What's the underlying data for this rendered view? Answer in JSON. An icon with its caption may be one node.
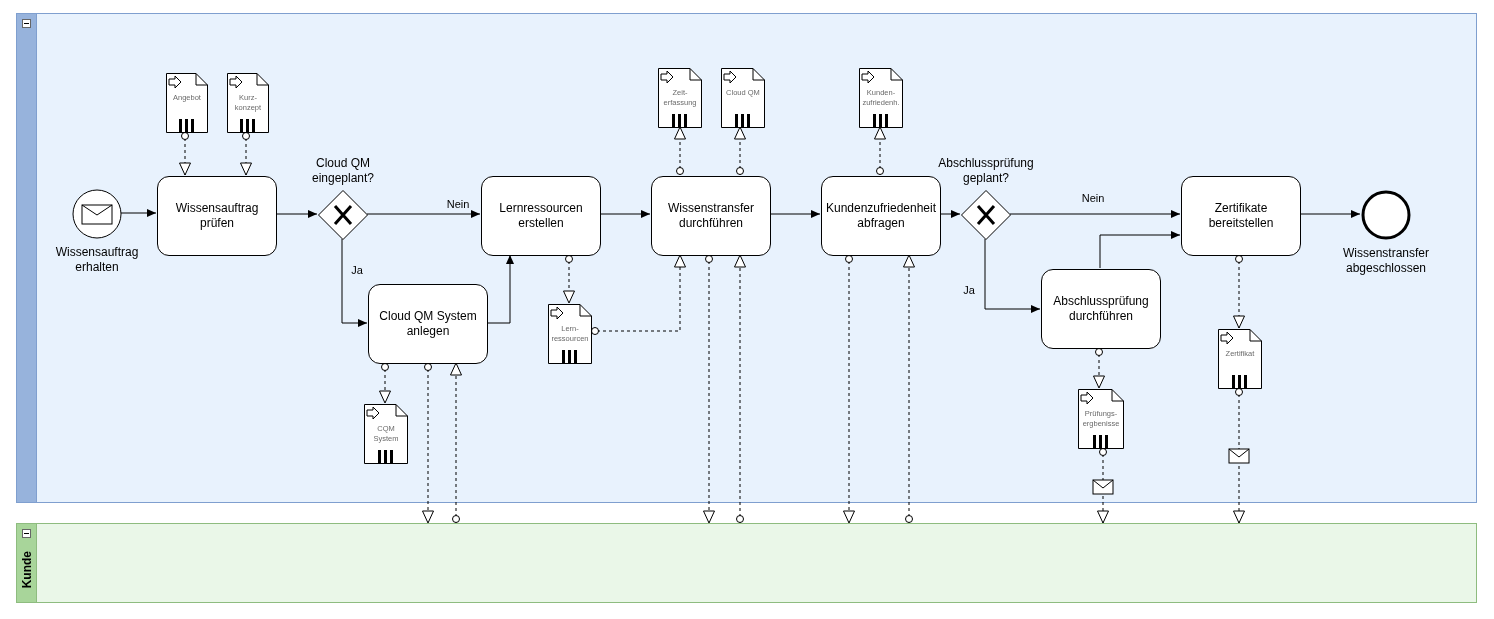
{
  "diagram": {
    "nodes": [
      {
        "text": [],
        "shape": "box"
      },
      {
        "text": [
          "Kunde"
        ]
      },
      {
        "text": [
          "Wissensauftrag erhalten"
        ],
        "in": 0
      },
      {
        "text": [
          "Angebot"
        ],
        "in": 0
      },
      {
        "text": [
          "Kurz- konzept"
        ],
        "in": 0
      },
      {
        "text": [
          "Wissensauftrag prüfen"
        ],
        "in": 0
      },
      {
        "text": [
          "Cloud QM eingeplant?"
        ],
        "in": 0
      },
      {
        "text": [
          "Lernressourcen erstellen"
        ],
        "in": 0
      },
      {
        "text": [
          "Cloud QM System anlegen"
        ],
        "in": 0
      },
      {
        "text": [
          "CQM System"
        ],
        "in": 0
      },
      {
        "text": [
          "Lern- ressourcen"
        ],
        "in": 0
      },
      {
        "text": [
          "Zeit- erfassung"
        ],
        "in": 0
      },
      {
        "text": [
          "Cloud QM"
        ],
        "in": 0
      },
      {
        "text": [
          "Wissenstransfer durchführen"
        ],
        "in": 0
      },
      {
        "text": [
          "Kunden- zufriedenh."
        ],
        "in": 0
      },
      {
        "text": [
          "Kundenzufriedenheit abfragen"
        ],
        "in": 0
      },
      {
        "text": [
          "Abschlussprüfung geplant?"
        ],
        "in": 0
      },
      {
        "text": [
          "Abschlussprüfung durchführen"
        ],
        "in": 0
      },
      {
        "text": [
          "Zertifikate bereitstellen"
        ],
        "in": 0
      },
      {
        "text": [
          "Wissenstransfer abgeschlossen"
        ],
        "in": 0
      },
      {
        "text": [
          "Prüfungs- ergbenisse"
        ],
        "in": 0
      },
      {
        "text": [
          "Zertifikat"
        ],
        "in": 0
      }
    ],
    "edges": [
      {
        "from": 2,
        "to": 5,
        "arrow": "to"
      },
      {
        "from": 5,
        "to": 6,
        "arrow": "to"
      },
      {
        "from": 6,
        "to": 7,
        "arrow": "to",
        "label": "Nein"
      },
      {
        "from": 6,
        "to": 8,
        "arrow": "to",
        "label": "Ja"
      },
      {
        "from": 8,
        "to": 7,
        "arrow": "to"
      },
      {
        "from": 7,
        "to": 13,
        "arrow": "to"
      },
      {
        "from": 13,
        "to": 15,
        "arrow": "to"
      },
      {
        "from": 15,
        "to": 16,
        "arrow": "to"
      },
      {
        "from": 16,
        "to": 18,
        "arrow": "to",
        "label": "Nein"
      },
      {
        "from": 16,
        "to": 17,
        "arrow": "to",
        "label": "Ja"
      },
      {
        "from": 17,
        "to": 18,
        "arrow": "to"
      },
      {
        "from": 18,
        "to": 19,
        "arrow": "to"
      },
      {
        "from": 3,
        "to": 5,
        "arrow": "to",
        "style": "dashed"
      },
      {
        "from": 4,
        "to": 5,
        "arrow": "to",
        "style": "dashed"
      },
      {
        "from": 13,
        "to": 11,
        "arrow": "to",
        "style": "dashed"
      },
      {
        "from": 13,
        "to": 12,
        "arrow": "to",
        "style": "dashed"
      },
      {
        "from": 15,
        "to": 14,
        "arrow": "to",
        "style": "dashed"
      },
      {
        "from": 7,
        "to": 10,
        "arrow": "to",
        "style": "dashed"
      },
      {
        "from": 10,
        "to": 13,
        "arrow": "to",
        "style": "dashed"
      },
      {
        "from": 8,
        "to": 9,
        "arrow": "to",
        "style": "dashed"
      },
      {
        "from": 17,
        "to": 20,
        "arrow": "to",
        "style": "dashed"
      },
      {
        "from": 18,
        "to": 21,
        "arrow": "to",
        "style": "dashed"
      },
      {
        "from": 8,
        "to": 1,
        "arrow": "to",
        "style": "dashed"
      },
      {
        "from": 1,
        "to": 8,
        "arrow": "to",
        "style": "dashed"
      },
      {
        "from": 13,
        "to": 1,
        "arrow": "to",
        "style": "dashed"
      },
      {
        "from": 1,
        "to": 13,
        "arrow": "to",
        "style": "dashed"
      },
      {
        "from": 15,
        "to": 1,
        "arrow": "to",
        "style": "dashed"
      },
      {
        "from": 1,
        "to": 15,
        "arrow": "to",
        "style": "dashed"
      },
      {
        "from": 20,
        "to": 1,
        "arrow": "to",
        "style": "dashed"
      },
      {
        "from": 21,
        "to": 1,
        "arrow": "to",
        "style": "dashed"
      }
    ]
  }
}
